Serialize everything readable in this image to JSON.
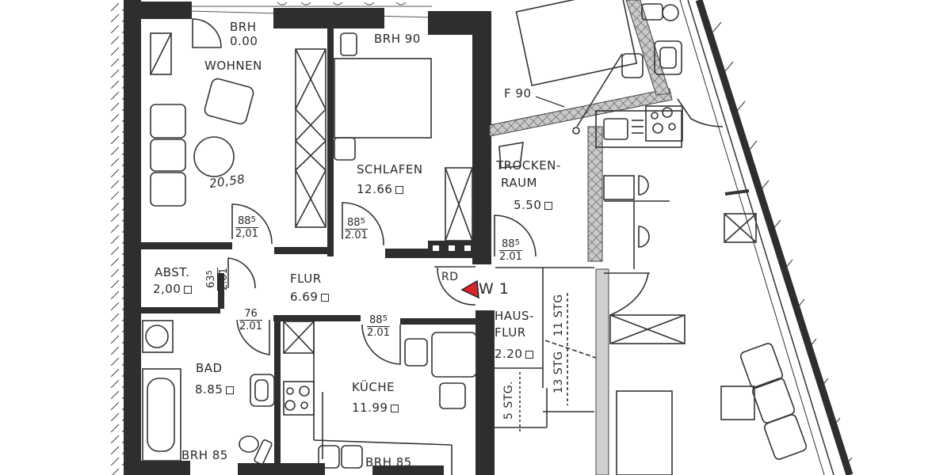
{
  "drawing": {
    "type": "floor plan",
    "colors": {
      "wall": "#2e2e2e",
      "line": "#333333",
      "hatch": "#8a8a8a",
      "marker_red": "#d8262a",
      "paper": "#ffffff"
    }
  },
  "rooms": [
    {
      "id": "wohnen",
      "name": "WOHNEN",
      "area": "20,58",
      "note_top": "BRH",
      "note_value": "0.00"
    },
    {
      "id": "schlafen",
      "name": "SCHLAFEN",
      "area": "12.66",
      "note": "BRH 90"
    },
    {
      "id": "abst",
      "name": "ABST.",
      "area": "2,00"
    },
    {
      "id": "flur",
      "name": "FLUR",
      "area": "6.69"
    },
    {
      "id": "bad",
      "name": "BAD",
      "area": "8.85",
      "note": "BRH 85"
    },
    {
      "id": "kueche",
      "name": "KÜCHE",
      "area": "11.99",
      "note": "BRH 85"
    },
    {
      "id": "trockenraum",
      "name_line1": "TROCKEN-",
      "name_line2": "RAUM",
      "area": "5.50"
    },
    {
      "id": "hausflur",
      "name_line1": "HAUS-",
      "name_line2": "FLUR",
      "area": "2.20"
    }
  ],
  "doors": [
    {
      "id": "door-wohnen",
      "width": "88",
      "width_sup": "5",
      "height": "2,01"
    },
    {
      "id": "door-schlafen",
      "width": "88",
      "width_sup": "5",
      "height": "2.01"
    },
    {
      "id": "door-abst",
      "width": "63",
      "width_sup": "5",
      "height": "2.01"
    },
    {
      "id": "door-bad",
      "width": "76",
      "width_sup": "",
      "height": "2.01"
    },
    {
      "id": "door-kueche",
      "width": "88",
      "width_sup": "5",
      "height": "2.01"
    },
    {
      "id": "door-trockenraum",
      "width": "88",
      "width_sup": "5",
      "height": "2.01"
    }
  ],
  "annotations": {
    "fire_rating": "F 90",
    "entrance_door": "RD",
    "unit_marker": "W 1",
    "stairs": [
      "11 STG",
      "13 STG",
      "5 STG."
    ]
  }
}
